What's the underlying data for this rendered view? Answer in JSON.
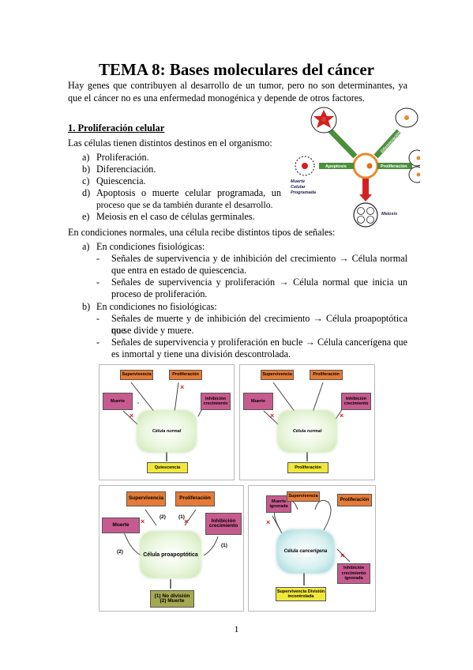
{
  "document": {
    "title": "TEMA 8: Bases moleculares del cáncer",
    "intro": "Hay genes que contribuyen al desarrollo de un tumor, pero no son determinantes, ya que el cáncer no es una enfermedad monogénica y depende de otros factores.",
    "section1_heading": "1. Proliferación celular",
    "destinos_intro": "Las células tienen distintos destinos en el organismo:",
    "destinos": [
      {
        "marker": "a)",
        "text": "Proliferación."
      },
      {
        "marker": "b)",
        "text": "Diferenciación."
      },
      {
        "marker": "c)",
        "text": "Quiescencia."
      },
      {
        "marker": "d)",
        "text": "Apoptosis o muerte celular programada, un"
      },
      {
        "marker": "",
        "text": "proceso que se da también durante el desarrollo."
      },
      {
        "marker": "e)",
        "text": "Meiosis en el caso de células germinales."
      }
    ],
    "senales_intro": "En condiciones normales, una célula recibe distintos tipos de señales:",
    "cond_a_label": "a)",
    "cond_a": "En condiciones fisiológicas:",
    "cond_a_items": [
      {
        "line1": "Señales de supervivencia y de inhibición del crecimiento → Célula normal",
        "line2": "que entra en estado de quiescencia."
      },
      {
        "line1": "Señales de supervivencia y proliferación → Célula normal que inicia un",
        "line2": "proceso de proliferación."
      }
    ],
    "cond_b_label": "b)",
    "cond_b": "En condiciones no fisiológicas:",
    "cond_b_items": [
      {
        "line1": "Señales de muerte y de inhibición del crecimiento → Célula proapoptótica que",
        "line2": "no se divide y muere."
      },
      {
        "line1": "Señales de supervivencia y proliferación en bucle → Célula cancerígena que",
        "line2": "es inmortal y tiene una división descontrolada."
      }
    ],
    "dash": "-",
    "page_number": "1"
  },
  "fate_diagram": {
    "arrow_proliferacion": "Proliferación",
    "arrow_apoptosis": "Apoptosis",
    "arrow_diferenciacion": "Diferenciación",
    "muerte_label": "Muerte\nCelular\nProgramada",
    "meiosis_label": "Meiosis"
  },
  "panels": {
    "p1": {
      "supervivencia": "Supervivencia",
      "proliferacion": "Proliferación",
      "muerte": "Muerte",
      "inhibicion": "Inhibición crecimiento",
      "cell": "Célula normal",
      "result": "Quiescencia",
      "x": "×"
    },
    "p2": {
      "supervivencia": "Supervivencia",
      "proliferacion": "Proliferación",
      "muerte": "Muerte",
      "inhibicion": "Inhibición crecimiento",
      "cell": "Célula normal",
      "result": "Proliferación",
      "x": "×"
    },
    "p3": {
      "supervivencia": "Supervivencia",
      "proliferacion": "Proliferación",
      "muerte": "Muerte",
      "inhibicion": "Inhibición crecimiento",
      "cell": "Célula proapoptótica",
      "result_1": "(1) No división",
      "result_2": "(2) Muerte",
      "n1": "(1)",
      "n2": "(2)",
      "x": "×"
    },
    "p4": {
      "supervivencia": "Supervivencia",
      "proliferacion": "Proliferación",
      "muerte": "Muerte ignorada",
      "inhibicion": "Inhibición crecimiento ignorada",
      "cell": "Célula cancerígena",
      "result": "Supervivencia División incontrolada",
      "x": "×"
    }
  },
  "colors": {
    "orange": "#e57b36",
    "pink": "#c75b8f",
    "yellow": "#f1e83b",
    "olive": "#a4a952",
    "red": "#e02020",
    "green_arrow": "#4a8f3a"
  }
}
